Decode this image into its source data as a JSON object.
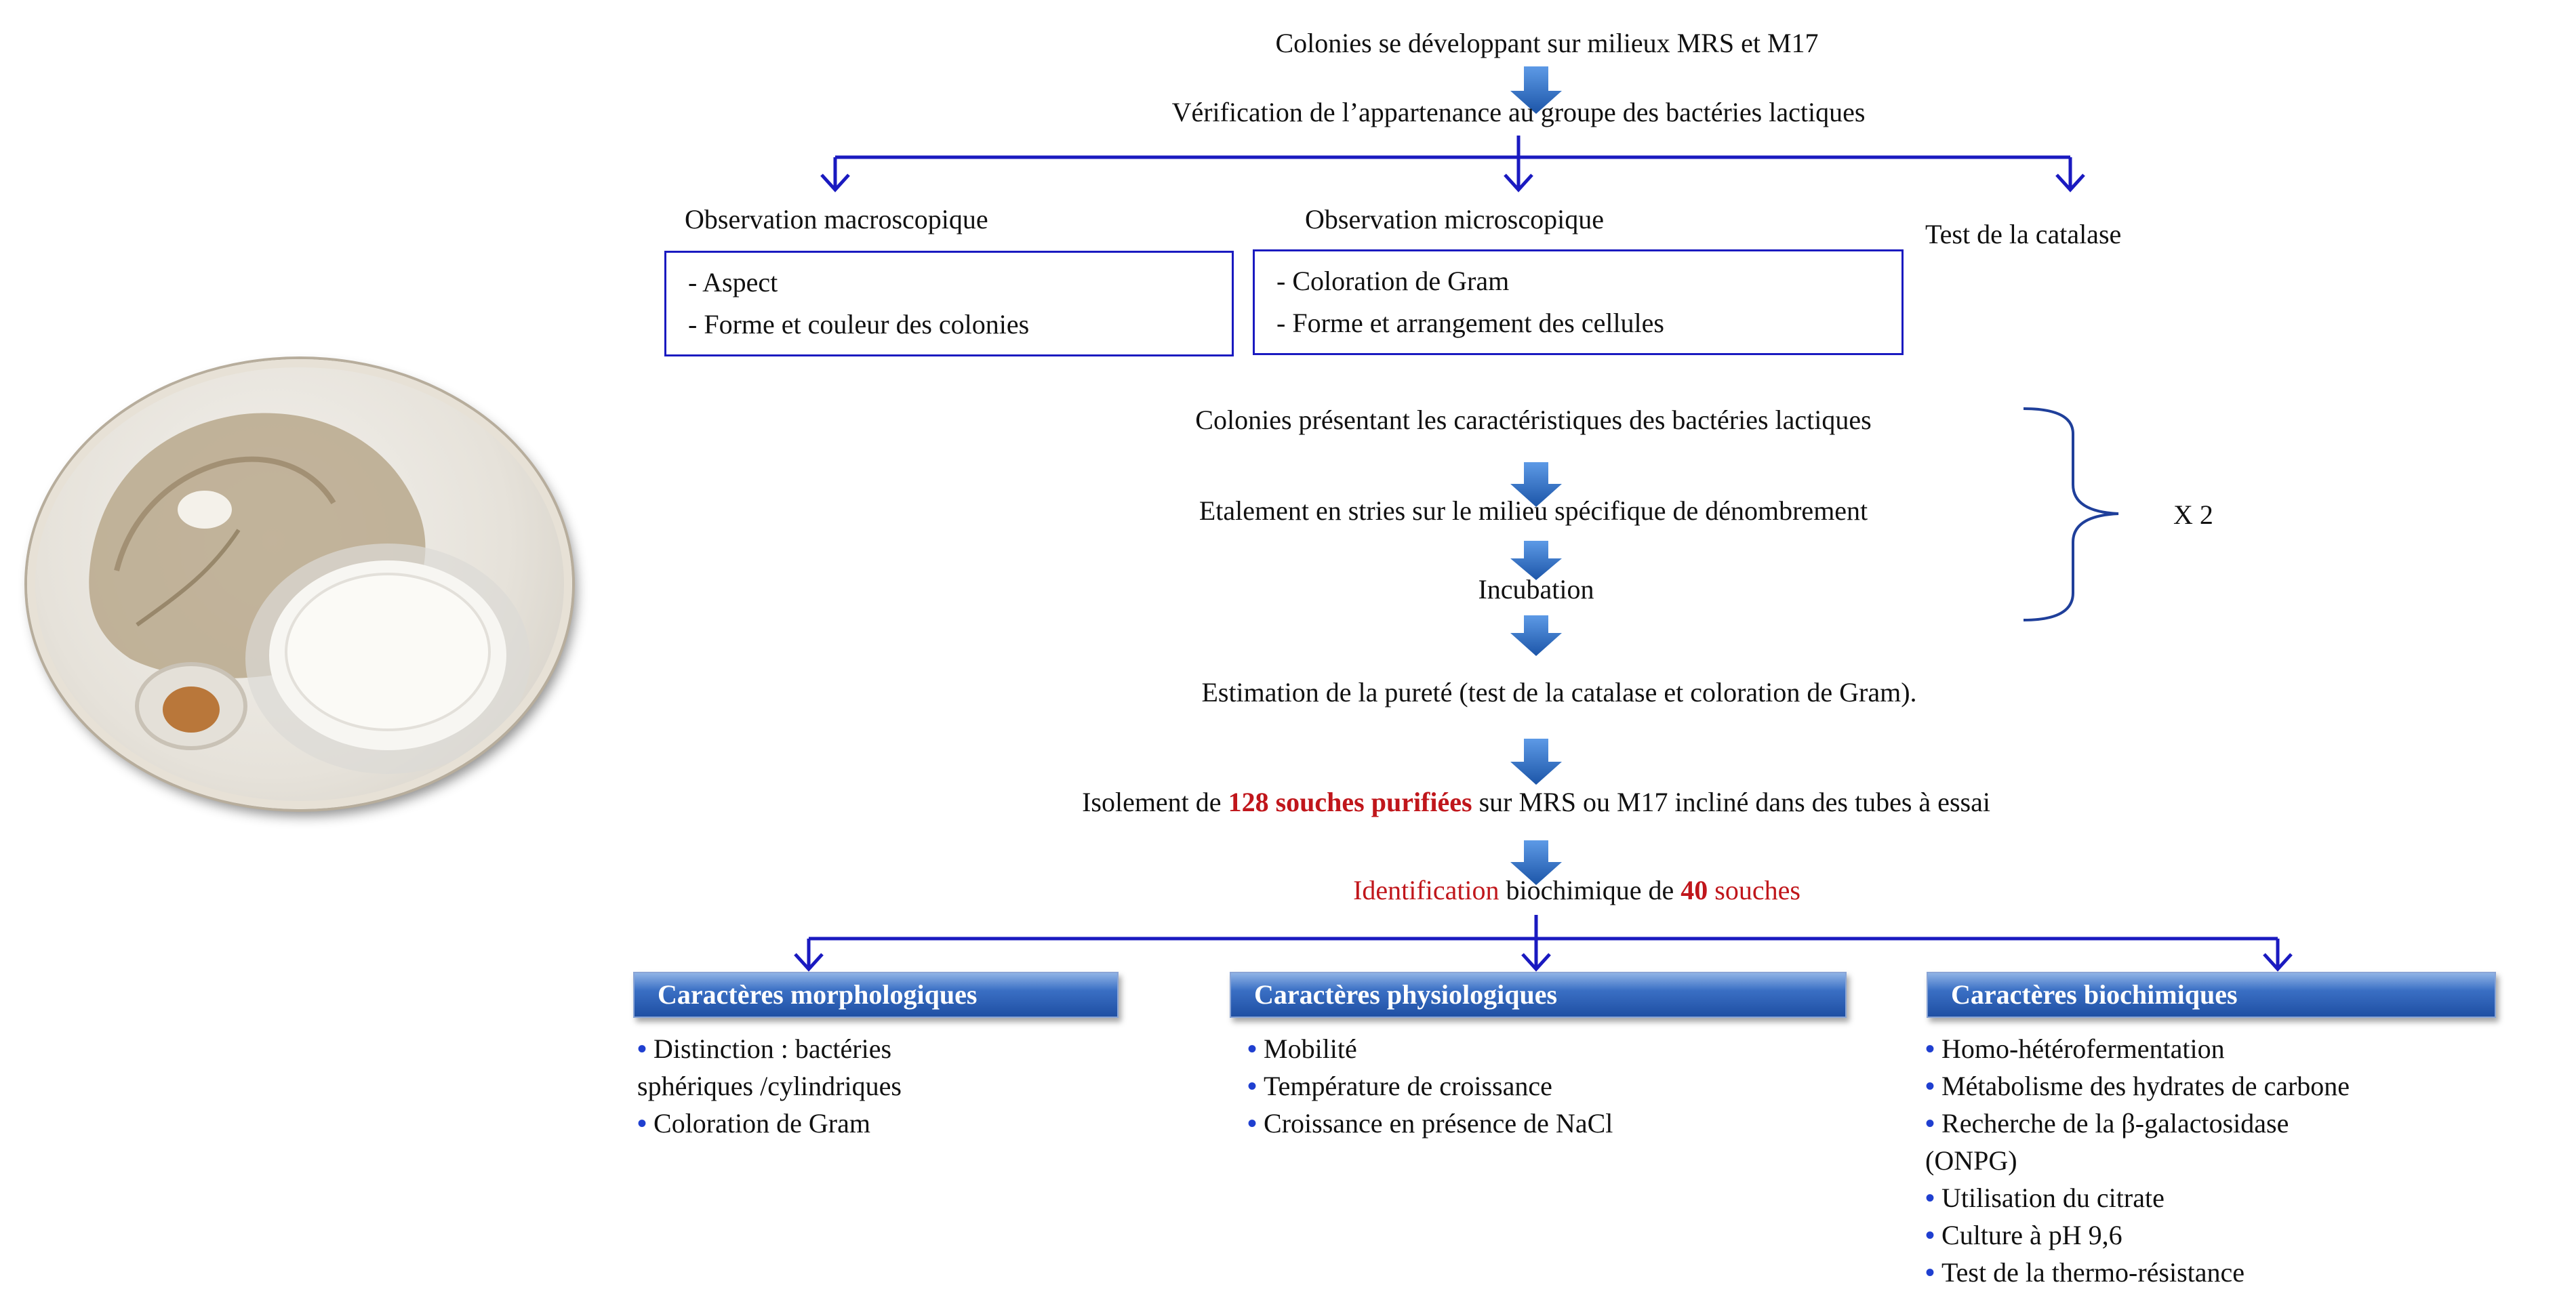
{
  "flow": {
    "step1": "Colonies se développant sur milieux MRS et M17",
    "step2": "Vérification  de l’appartenance au groupe des  bactéries lactiques",
    "macro_title": "Observation macroscopique",
    "micro_title": "Observation microscopique",
    "catalase": "Test de la catalase",
    "macro_items": [
      "- Aspect",
      "- Forme et couleur des colonies"
    ],
    "micro_items": [
      "- Coloration de Gram",
      "- Forme et arrangement des cellules"
    ],
    "step3": "Colonies présentant les caractéristiques des bactéries lactiques",
    "step4": "Etalement en stries sur le milieu spécifique de dénombrement",
    "step5": "Incubation",
    "repeat": "X 2",
    "step6": "Estimation de la pureté  (test de la catalase et coloration de Gram).",
    "isolation": {
      "prefix": "Isolement de ",
      "highlight": "128 souches purifiées",
      "suffix": " sur  MRS ou M17  incliné  dans des tubes à essai"
    },
    "identification": {
      "word": "Identification",
      "middle": "  biochimique de ",
      "number": "40",
      "s": " s",
      "end": "ouches"
    }
  },
  "categories": [
    {
      "title": "Caractères morphologiques",
      "items": [
        "Distinction  :  bactéries",
        "sphériques /cylindriques",
        "Coloration de Gram"
      ],
      "bullets": [
        true,
        false,
        true
      ]
    },
    {
      "title": "Caractères physiologiques",
      "items": [
        "Mobilité",
        "Température de croissance",
        "Croissance en présence de NaCl"
      ],
      "bullets": [
        true,
        true,
        true
      ]
    },
    {
      "title": "Caractères biochimiques",
      "items": [
        "Homo-hétérofermentation",
        "Métabolisme des hydrates de carbone",
        "Recherche de la β-galactosidase",
        "(ONPG)",
        "Utilisation  du citrate",
        "Culture à pH 9,6",
        "Test de la thermo-résistance"
      ],
      "bullets": [
        true,
        true,
        true,
        false,
        true,
        true,
        true
      ]
    }
  ],
  "colors": {
    "connector": "#1a1ac0",
    "block_arrow": "#1f63b8",
    "highlight": "#c0161b",
    "bullet": "#1f3fd0"
  },
  "photo": {
    "subject": "cheese-on-plate-photo"
  }
}
